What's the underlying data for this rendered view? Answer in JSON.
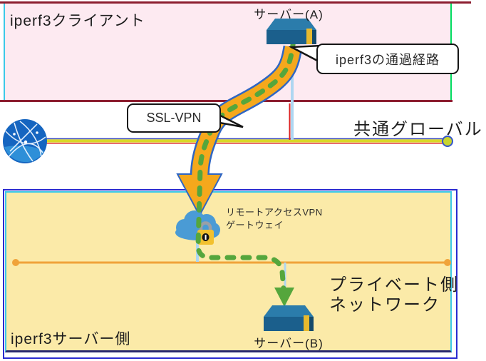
{
  "zones": {
    "client": {
      "label": "iperf3クライアント"
    },
    "server": {
      "label": "iperf3サーバー側"
    }
  },
  "nodes": {
    "server_a": {
      "label": "サーバー(A)"
    },
    "server_b": {
      "label": "サーバー(B)"
    },
    "vpn_gateway": {
      "label_line1": "リモートアクセスVPN",
      "label_line2": "ゲートウェイ"
    }
  },
  "networks": {
    "global": {
      "label": "共通グローバル"
    },
    "private": {
      "label_line1": "プライベート側",
      "label_line2": "ネットワーク"
    }
  },
  "callouts": {
    "ssl_vpn": {
      "label": "SSL-VPN"
    },
    "iperf3_route": {
      "label": "iperf3の通過経路"
    }
  },
  "colors": {
    "client_zone_fill": "#fdeaf1",
    "client_zone_border_left": "#3cc9e8",
    "client_zone_border_right": "#00dc5f",
    "client_zone_border_top_bottom": "#8c1d2f",
    "server_zone_fill": "#fbeaa8",
    "server_zone_border": "#3cc9e8",
    "server_zone_outer_border": "#2a2ad0",
    "tunnel_arrow": "#f5a81c",
    "tunnel_arrow_outline": "#2f66c4",
    "route_dash_green": "#55a63c",
    "global_line_yellow": "#d9d927",
    "global_line_red": "#e23b3b",
    "global_line_blue": "#3344bb",
    "private_line_orange": "#f0a33a",
    "connector_light_blue": "#aed6f1",
    "connector_red": "#dd2222",
    "server_icon_top": "#2b7cab",
    "server_icon_body": "#1b5f8c",
    "server_icon_stripe": "#e8b92e",
    "cloud_blue": "#4a9bd5",
    "lock_body_gold": "#f2c12e",
    "globe_blue": "#1565c0"
  }
}
